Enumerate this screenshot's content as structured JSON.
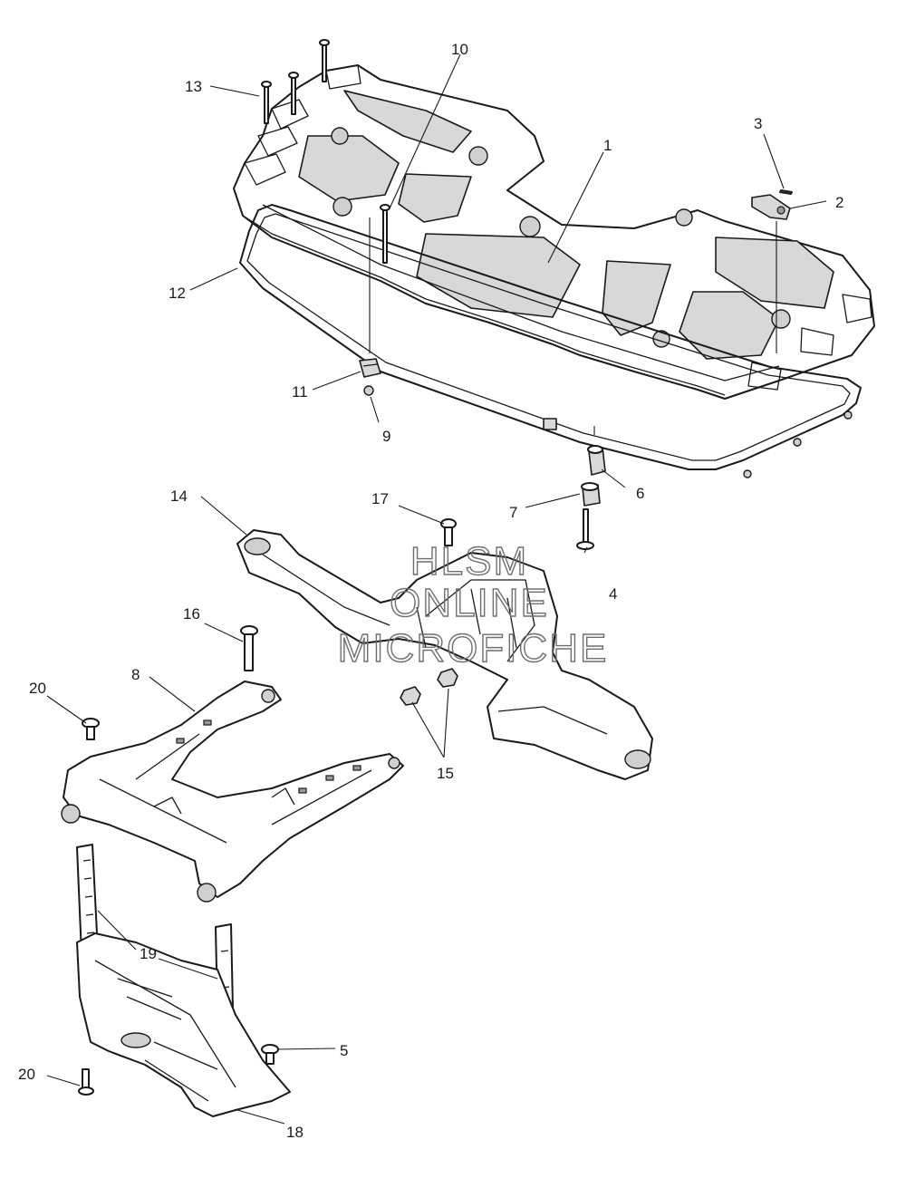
{
  "watermark": {
    "line1": "HLSM",
    "line2": "ONLINE",
    "line3": "MICROFICHE"
  },
  "callouts": [
    "1",
    "2",
    "3",
    "4",
    "5",
    "6",
    "7",
    "8",
    "9",
    "10",
    "11",
    "12",
    "13",
    "14",
    "15",
    "16",
    "17",
    "18",
    "19",
    "20",
    "20"
  ]
}
